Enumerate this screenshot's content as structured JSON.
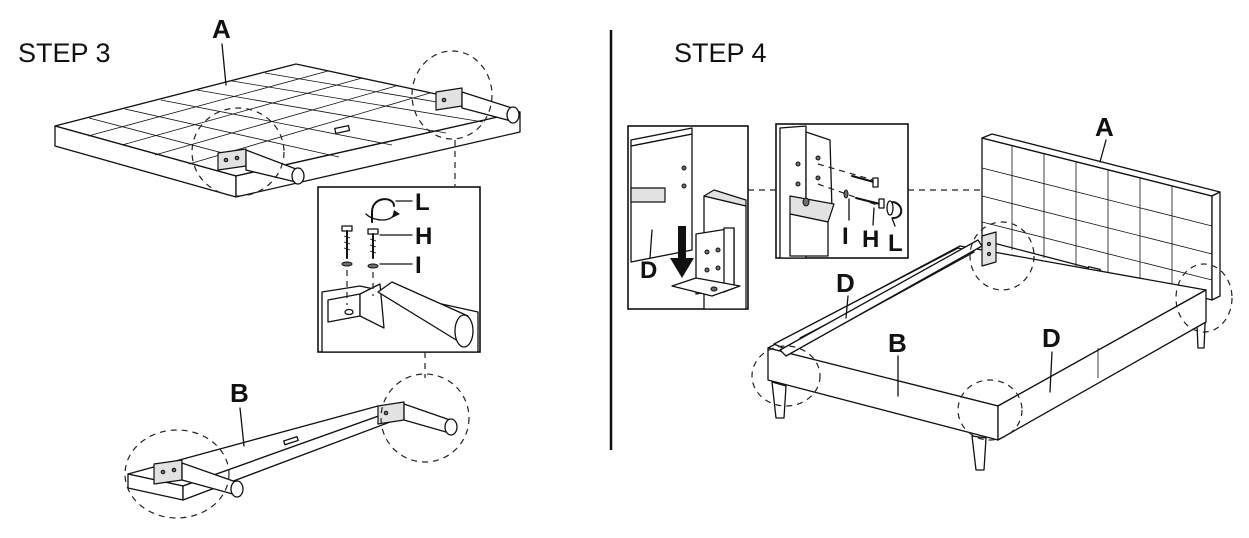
{
  "steps": [
    {
      "title": "STEP 3"
    },
    {
      "title": "STEP 4"
    }
  ],
  "step3": {
    "label_a": "A",
    "label_b": "B",
    "callout": {
      "label_l": "L",
      "label_h": "H",
      "label_i": "I"
    }
  },
  "step4": {
    "label_a": "A",
    "label_b": "B",
    "label_d_left": "D",
    "label_d_right": "D",
    "detail_left": {
      "label_d": "D"
    },
    "detail_right": {
      "label_i": "I",
      "label_h": "H",
      "label_l": "L"
    }
  },
  "icons": [
    "rotate-arrow-icon",
    "down-arrow-icon",
    "bolt-icon",
    "washer-icon",
    "lock-washer-icon"
  ]
}
